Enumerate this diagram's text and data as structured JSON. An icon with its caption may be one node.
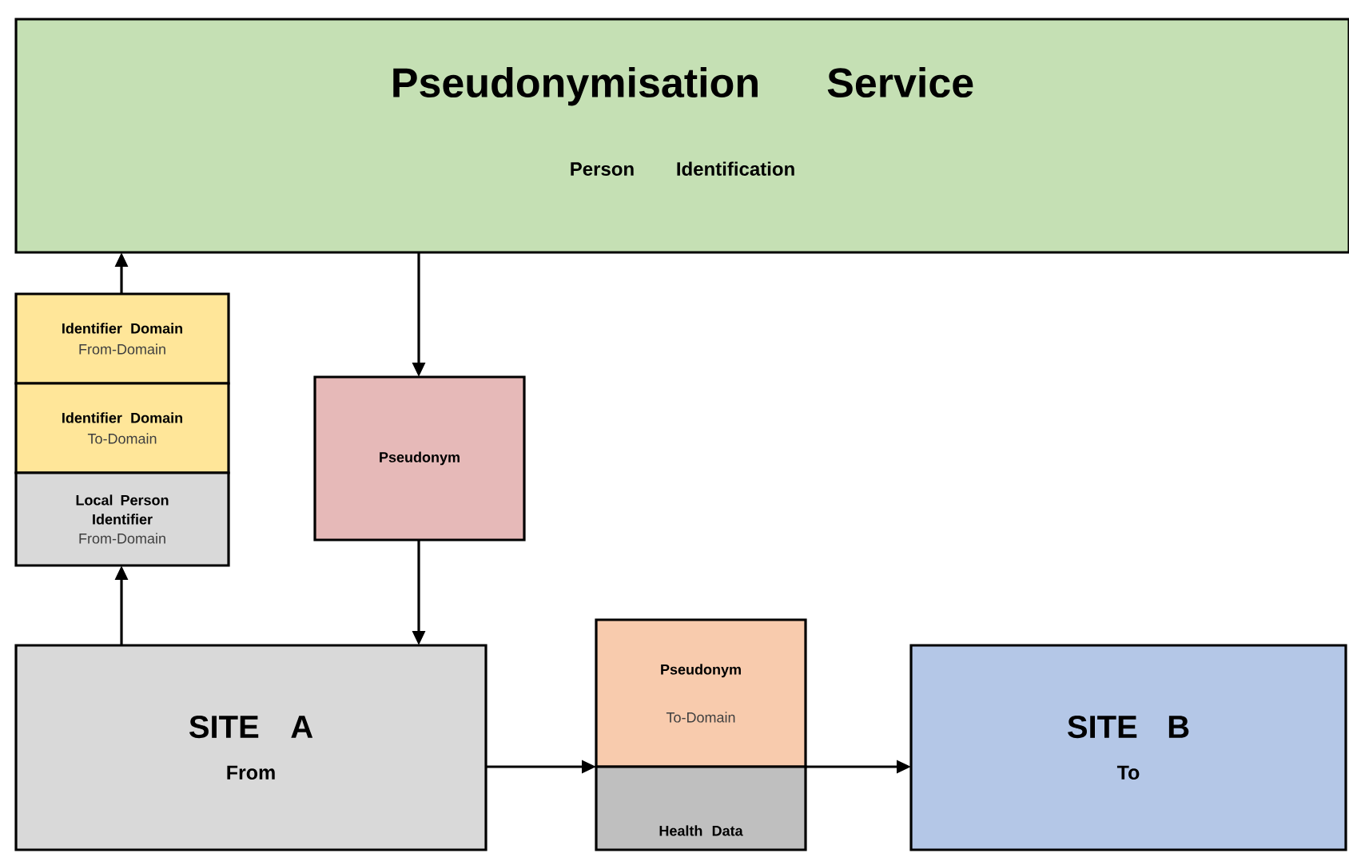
{
  "diagram": {
    "nodes": [
      {
        "text": [
          "Pseudonymisation Service",
          "Person Identification"
        ]
      },
      {
        "text": [
          "Identifier Domain",
          "From-Domain"
        ]
      },
      {
        "text": [
          "Identifier Domain",
          "To-Domain"
        ]
      },
      {
        "text": [
          "Local Person Identifier",
          "From-Domain"
        ]
      },
      {
        "text": [
          "Pseudonym"
        ]
      },
      {
        "text": [
          "SITE A",
          "From"
        ]
      },
      {
        "text": [
          "Pseudonym",
          "To-Domain"
        ]
      },
      {
        "text": [
          "Health Data"
        ]
      },
      {
        "text": [
          "SITE B",
          "To"
        ]
      }
    ],
    "edges": [
      {
        "from": 1,
        "to": 0,
        "arrow": "to"
      },
      {
        "from": 0,
        "to": 4,
        "arrow": "to"
      },
      {
        "from": 4,
        "to": 5,
        "arrow": "to"
      },
      {
        "from": 5,
        "to": 3,
        "arrow": "to"
      },
      {
        "from": 5,
        "to": 6,
        "arrow": "to"
      },
      {
        "from": 6,
        "to": 8,
        "arrow": "to"
      }
    ]
  }
}
